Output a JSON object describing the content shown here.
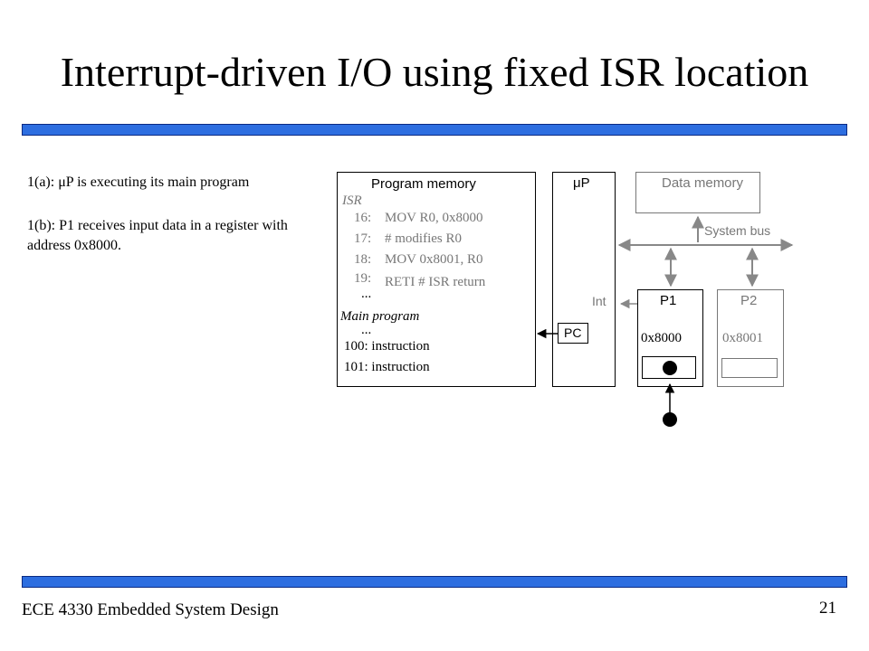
{
  "slide": {
    "title": "Interrupt-driven I/O using fixed ISR location",
    "footer": "ECE 4330 Embedded System Design",
    "page_number": "21",
    "steps": [
      "1(a): μP is executing its main program",
      "1(b): P1 receives input data in a register with address 0x8000."
    ]
  },
  "program_memory": {
    "label": "Program memory",
    "isr_heading": "ISR",
    "isr_lines": [
      {
        "addr": "16:",
        "code": "MOV R0, 0x8000"
      },
      {
        "addr": "17:",
        "code": "# modifies R0"
      },
      {
        "addr": "18:",
        "code": "MOV 0x8001, R0"
      },
      {
        "addr": "19:",
        "code": "RETI  # ISR return"
      }
    ],
    "ellipsis": "...",
    "main_heading": "Main program",
    "main_lines": [
      "100:  instruction",
      "101:  instruction"
    ]
  },
  "up": {
    "label": "μP",
    "pc_label": "PC",
    "int_label": "Int"
  },
  "data_memory": {
    "label": "Data memory"
  },
  "system_bus": {
    "label": "System bus"
  },
  "p1": {
    "label": "P1",
    "address": "0x8000"
  },
  "p2": {
    "label": "P2",
    "address": "0x8001"
  },
  "colors": {
    "accent_bar": "#2d6ee0",
    "dim_text": "#777777"
  }
}
